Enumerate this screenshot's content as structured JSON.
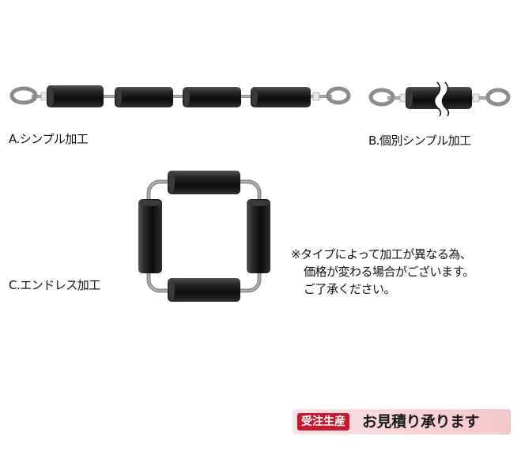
{
  "labels": {
    "simple": "A.シンプル加工",
    "individual_simple": "B.個別シンプル加工",
    "endless": "C.エンドレス加工"
  },
  "note": {
    "line1": "※タイプによって加工が異なる為、",
    "line2": "価格が変わる場合がございます。",
    "line3": "ご了承ください。"
  },
  "badge": {
    "tag": "受注生産",
    "text": "お見積り承ります"
  },
  "colors": {
    "roller": "#1b1b1b",
    "wire": "#8c8c8c",
    "badge_tag": "#c8182e",
    "badge_bg": "#f4c6cc"
  }
}
